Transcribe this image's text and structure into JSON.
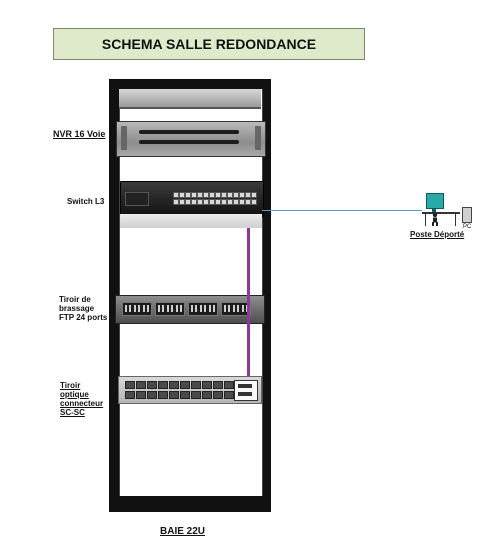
{
  "title": "SCHEMA SALLE REDONDANCE",
  "labels": {
    "nvr": "NVR 16 Voie",
    "switch": "Switch L3",
    "patch_line1": "Tiroir de",
    "patch_line2": "brassage",
    "patch_line3": "FTP 24 ports",
    "fiber_line1": "Tiroir",
    "fiber_line2": "optique",
    "fiber_line3": "connecteur",
    "fiber_line4": "SC-SC",
    "remote": "Poste Déporté",
    "pc": "PC",
    "rack": "BAIE 22U"
  },
  "colors": {
    "title_bg": "#dfeacb",
    "cable_vertical": "#8a3a9a",
    "cable_horizontal": "#5b9bd5",
    "monitor": "#2aa9a9"
  }
}
